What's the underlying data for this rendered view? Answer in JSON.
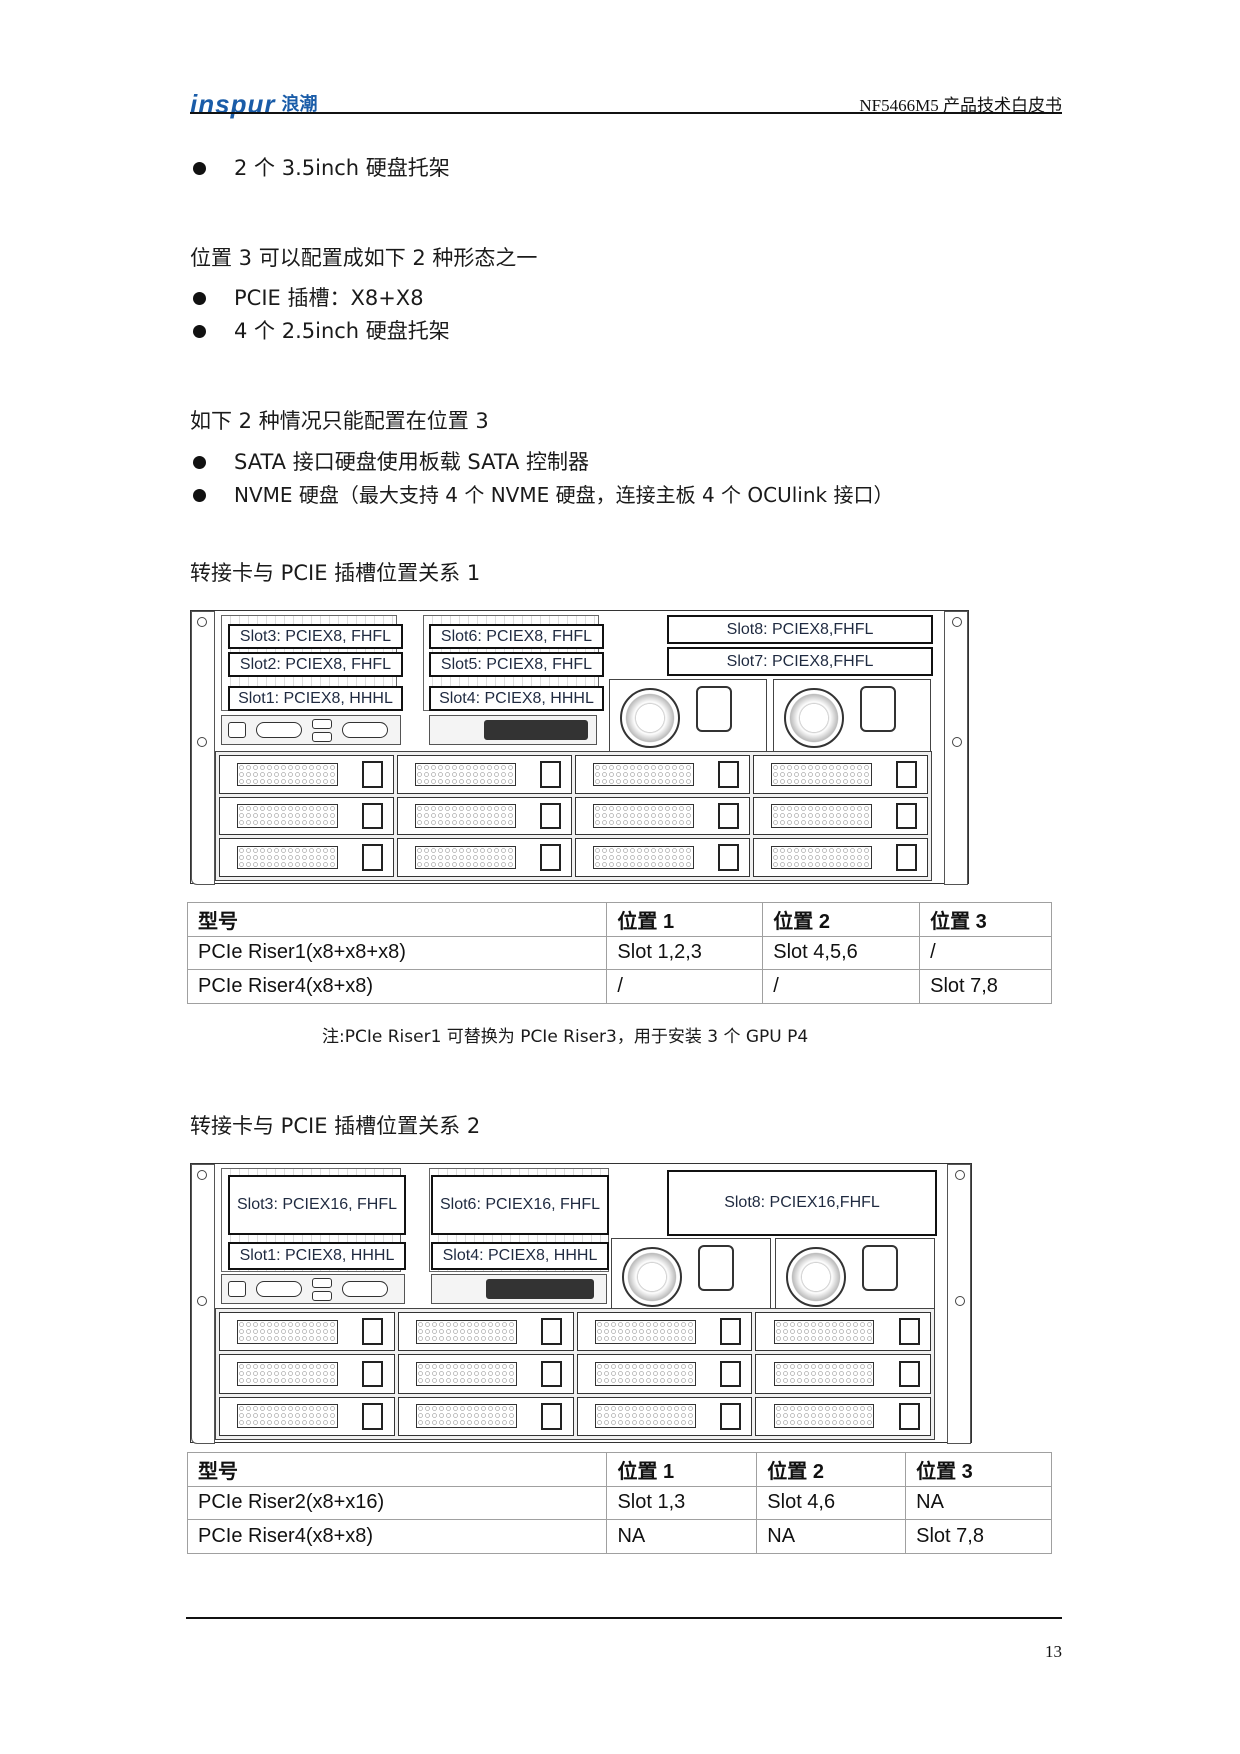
{
  "header": {
    "logo_en": "inspur",
    "logo_cn": "浪潮",
    "doc_title": "NF5466M5 产品技术白皮书",
    "brand_color": "#1a5ca8"
  },
  "section_a": {
    "bullets": [
      "2 个 3.5inch 硬盘托架"
    ]
  },
  "section_b": {
    "intro": "位置 3 可以配置成如下 2 种形态之一",
    "bullets": [
      "PCIE 插槽：X8+X8",
      "4 个 2.5inch 硬盘托架"
    ]
  },
  "section_c": {
    "intro": "如下 2 种情况只能配置在位置 3",
    "bullets": [
      "SATA 接口硬盘使用板载 SATA 控制器",
      "NVME 硬盘（最大支持 4 个 NVME 硬盘，连接主板 4 个 OCUlink 接口）"
    ]
  },
  "figure1": {
    "caption": "转接卡与 PCIE 插槽位置关系 1",
    "slots": {
      "slot3": "Slot3: PCIEX8, FHFL",
      "slot2": "Slot2: PCIEX8, FHFL",
      "slot1": "Slot1: PCIEX8, HHHL",
      "slot6": "Slot6: PCIEX8, FHFL",
      "slot5": "Slot5: PCIEX8, FHFL",
      "slot4": "Slot4: PCIEX8, HHHL",
      "slot8": "Slot8: PCIEX8,FHFL",
      "slot7": "Slot7: PCIEX8,FHFL"
    },
    "drive_bays": 12
  },
  "table1": {
    "headers": [
      "型号",
      "位置 1",
      "位置 2",
      "位置 3"
    ],
    "rows": [
      [
        "PCIe Riser1(x8+x8+x8)",
        "Slot 1,2,3",
        "Slot 4,5,6",
        "/"
      ],
      [
        "PCIe Riser4(x8+x8)",
        "/",
        "/",
        "Slot 7,8"
      ]
    ],
    "note": "注:PCIe Riser1 可替换为 PCIe Riser3，用于安装 3 个 GPU P4"
  },
  "figure2": {
    "caption": "转接卡与 PCIE 插槽位置关系 2",
    "slots": {
      "slot3": "Slot3: PCIEX16, FHFL",
      "slot1": "Slot1: PCIEX8, HHHL",
      "slot6": "Slot6: PCIEX16, FHFL",
      "slot4": "Slot4: PCIEX8, HHHL",
      "slot8": "Slot8: PCIEX16,FHFL"
    },
    "drive_bays": 12
  },
  "table2": {
    "headers": [
      "型号",
      "位置 1",
      "位置 2",
      "位置 3"
    ],
    "rows": [
      [
        "PCIe Riser2(x8+x16)",
        "Slot 1,3",
        "Slot 4,6",
        "NA"
      ],
      [
        "PCIe Riser4(x8+x8)",
        "NA",
        "NA",
        "Slot 7,8"
      ]
    ]
  },
  "footer": {
    "page_number": "13"
  }
}
